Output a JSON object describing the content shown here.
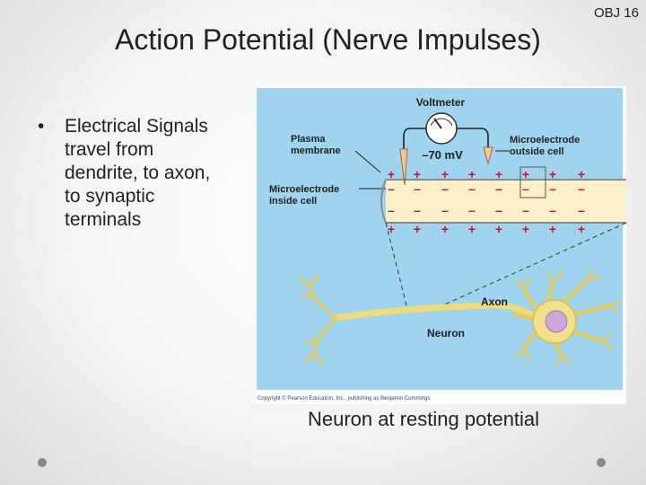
{
  "header": {
    "objective": "OBJ 16",
    "title": "Action Potential (Nerve Impulses)"
  },
  "bullets": [
    {
      "line1": "Electrical Signals",
      "line2": "travel from",
      "line3": "dendrite, to axon,",
      "line4": "to synaptic",
      "line5": "terminals"
    }
  ],
  "figure": {
    "voltmeter_label": "Voltmeter",
    "voltage_reading": "–70 mV",
    "plasma_membrane_label_1": "Plasma",
    "plasma_membrane_label_2": "membrane",
    "microelectrode_outside_1": "Microelectrode",
    "microelectrode_outside_2": "outside cell",
    "microelectrode_inside_1": "Microelectrode",
    "microelectrode_inside_2": "inside cell",
    "axon_label": "Axon",
    "neuron_label": "Neuron",
    "copyright": "Copyright © Pearson Education, Inc., publishing as Benjamin Cummings",
    "colors": {
      "background": "#9fd3ee",
      "axon": "#fbf0c8",
      "charge": "#d0103a"
    }
  },
  "caption": "Neuron at resting potential"
}
